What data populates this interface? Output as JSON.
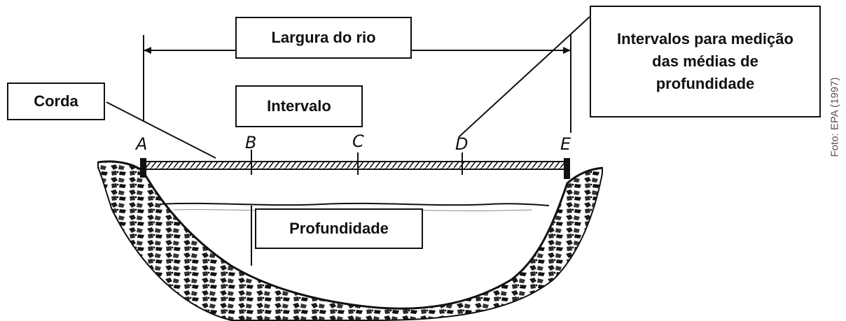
{
  "labels": {
    "largura": "Largura do rio",
    "intervalo": "Intervalo",
    "corda": "Corda",
    "profundidade": "Profundidade",
    "intervalos_line1": "Intervalos para medição",
    "intervalos_line2": "das médias de",
    "intervalos_line3": "profundidade"
  },
  "points": [
    "A",
    "B",
    "C",
    "D",
    "E"
  ],
  "credit": "Foto: EPA (1997)",
  "colors": {
    "ink": "#111111",
    "background": "#ffffff",
    "credit": "#555555"
  }
}
